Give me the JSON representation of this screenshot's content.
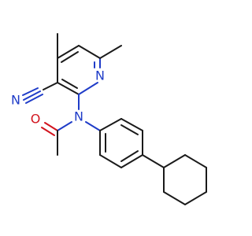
{
  "molecule": {
    "atoms": {
      "pyridine_n": {
        "symbol": "N",
        "color": "#1f3cc8"
      },
      "nitrile_n": {
        "symbol": "N",
        "color": "#1f3cc8"
      },
      "amide_n": {
        "symbol": "N",
        "color": "#1f3cc8"
      },
      "carbonyl_o": {
        "symbol": "O",
        "color": "#d2141e"
      }
    },
    "bond_color": "#1a1a1a"
  }
}
